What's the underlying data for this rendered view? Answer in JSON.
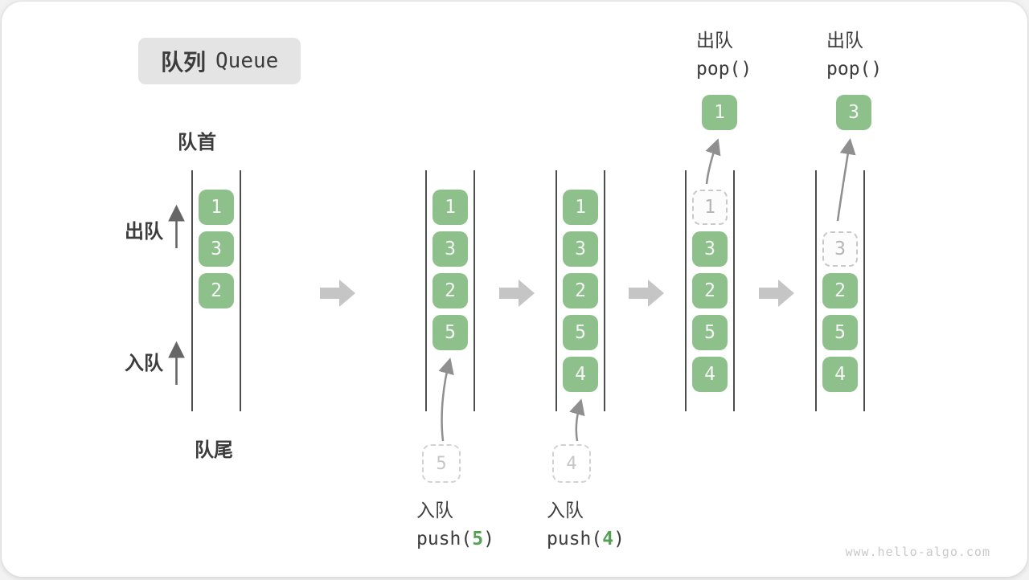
{
  "title": {
    "zh": "队列",
    "en": "Queue"
  },
  "labels": {
    "front": "队首",
    "rear": "队尾",
    "dequeue_side": "出队",
    "enqueue_side": "入队"
  },
  "colors": {
    "cell_green": "#8dc08a",
    "code_arg_green": "#55a055",
    "block_arrow_gray": "#c5c5c5",
    "column_line_gray": "#4d4d4d",
    "dashed_border_gray": "#c9c9c9",
    "text_dark": "#3c3c3c",
    "watermark_gray": "#c9c9c9"
  },
  "states": [
    {
      "name": "initial",
      "cells": [
        {
          "slot": 0,
          "value": "1"
        },
        {
          "slot": 1,
          "value": "3"
        },
        {
          "slot": 2,
          "value": "2"
        }
      ]
    },
    {
      "name": "push-5",
      "cells": [
        {
          "slot": 0,
          "value": "1"
        },
        {
          "slot": 1,
          "value": "3"
        },
        {
          "slot": 2,
          "value": "2"
        },
        {
          "slot": 3,
          "value": "5"
        }
      ],
      "op": {
        "kind": "push",
        "label": "入队",
        "fn_open": "push(",
        "arg": "5",
        "fn_close": ")",
        "staged_value": "5"
      }
    },
    {
      "name": "push-4",
      "cells": [
        {
          "slot": 0,
          "value": "1"
        },
        {
          "slot": 1,
          "value": "3"
        },
        {
          "slot": 2,
          "value": "2"
        },
        {
          "slot": 3,
          "value": "5"
        },
        {
          "slot": 4,
          "value": "4"
        }
      ],
      "op": {
        "kind": "push",
        "label": "入队",
        "fn_open": "push(",
        "arg": "4",
        "fn_close": ")",
        "staged_value": "4"
      }
    },
    {
      "name": "pop-1",
      "cells": [
        {
          "slot": 0,
          "value": "1",
          "dashed": true
        },
        {
          "slot": 1,
          "value": "3"
        },
        {
          "slot": 2,
          "value": "2"
        },
        {
          "slot": 3,
          "value": "5"
        },
        {
          "slot": 4,
          "value": "4"
        }
      ],
      "op": {
        "kind": "pop",
        "label": "出队",
        "fn": "pop()",
        "popped_value": "1"
      }
    },
    {
      "name": "pop-3",
      "cells": [
        {
          "slot": 1,
          "value": "3",
          "dashed": true
        },
        {
          "slot": 2,
          "value": "2"
        },
        {
          "slot": 3,
          "value": "5"
        },
        {
          "slot": 4,
          "value": "4"
        }
      ],
      "op": {
        "kind": "pop",
        "label": "出队",
        "fn": "pop()",
        "popped_value": "3"
      }
    }
  ],
  "watermark": "www.hello-algo.com"
}
